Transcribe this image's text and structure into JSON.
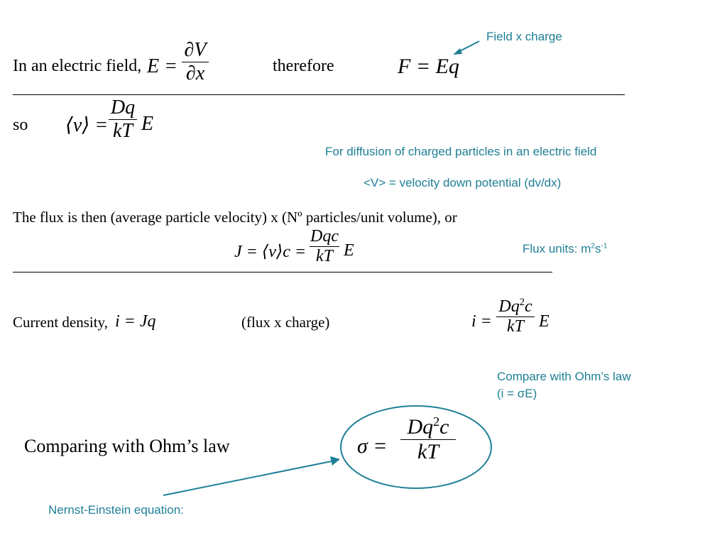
{
  "annotations": {
    "field_x_charge": "Field x charge",
    "diffusion_note": "For diffusion of charged particles in an electric field",
    "velocity_note": "<V> = velocity down potential (dv/dx)",
    "flux_units_prefix": "Flux units: m",
    "flux_units_sup1": "2",
    "flux_units_mid": "s",
    "flux_units_sup2": "-1",
    "compare_ohm_line1": "Compare with Ohm’s law",
    "compare_ohm_line2": "(i = σE)",
    "nernst_einstein": "Nernst-Einstein equation:"
  },
  "line1": {
    "intro": "In an  electric field,",
    "E_lhs": "E =",
    "E_num": "∂V",
    "E_den": "∂x",
    "therefore": "therefore",
    "F_eq": "F = Eq"
  },
  "line2": {
    "so": "so",
    "v_lhs": "⟨v⟩ =",
    "v_num": "Dq",
    "v_den": "kT",
    "v_rhs": "E"
  },
  "line3": {
    "flux_text": "The flux is then (average particle velocity) x (Nº particles/unit volume), or",
    "J_lhs": "J = ⟨v⟩c =",
    "J_num": "Dqc",
    "J_den": "kT",
    "J_rhs": "E"
  },
  "line4": {
    "current_text": "Current density,",
    "i_eq": "i = Jq",
    "flux_charge": "(flux x charge)",
    "i_lhs": "i =",
    "i_num_base": "Dq",
    "i_num_sup": "2",
    "i_num_tail": "c",
    "i_den": "kT",
    "i_rhs": "E"
  },
  "line5": {
    "comparing": "Comparing with Ohm’s law",
    "sigma_lhs": "σ =",
    "sigma_num_base": "Dq",
    "sigma_num_sup": "2",
    "sigma_num_tail": "c",
    "sigma_den": "kT"
  },
  "colors": {
    "accent": "#1f7f96",
    "text": "#000000"
  }
}
